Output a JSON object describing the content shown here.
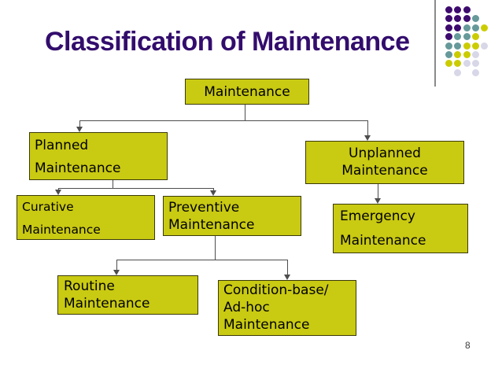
{
  "slide": {
    "title": "Classification of Maintenance",
    "page_number": "8"
  },
  "colors": {
    "title_text": "#330d6d",
    "box_fill": "#c9ca12",
    "box_border": "#3a3a08",
    "connector": "#4d4d4d",
    "separator_line": "#8a8a8a",
    "page_number": "#3f3f3f",
    "dot_purple": "#3d0a6e",
    "dot_teal": "#66999a",
    "dot_yellow": "#cbcc00",
    "dot_lavender": "#d7d7e8"
  },
  "diagram": {
    "nodes": {
      "maintenance": {
        "line1": "Maintenance"
      },
      "planned": {
        "line1": "Planned",
        "line2": "Maintenance"
      },
      "unplanned": {
        "line1": "Unplanned",
        "line2": "Maintenance"
      },
      "curative": {
        "line1": "Curative",
        "line2": "Maintenance"
      },
      "preventive": {
        "line1": "Preventive",
        "line2": "Maintenance"
      },
      "emergency": {
        "line1": "Emergency",
        "line2": "Maintenance"
      },
      "routine": {
        "line1": "Routine",
        "line2": "Maintenance"
      },
      "condition": {
        "line1": "Condition-base/",
        "line2": "Ad-hoc",
        "line3": "Maintenance"
      }
    }
  },
  "decoration": {
    "dot_rows": [
      [
        "P",
        "P",
        "P",
        "",
        ""
      ],
      [
        "P",
        "P",
        "P",
        "T",
        ""
      ],
      [
        "P",
        "P",
        "T",
        "T",
        "Y"
      ],
      [
        "P",
        "T",
        "T",
        "Y",
        ""
      ],
      [
        "T",
        "T",
        "Y",
        "Y",
        "L"
      ],
      [
        "T",
        "Y",
        "Y",
        "L",
        ""
      ],
      [
        "Y",
        "Y",
        "L",
        "L",
        ""
      ],
      [
        "",
        "L",
        "",
        "L",
        ""
      ]
    ]
  }
}
